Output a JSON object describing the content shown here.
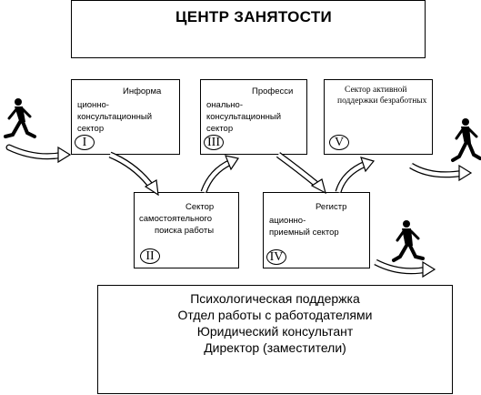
{
  "title": "ЦЕНТР  ЗАНЯТОСТИ",
  "sectors": [
    {
      "numeral": "I",
      "lines": [
        "Информа",
        "ционно-",
        "консультационный",
        "сектор"
      ]
    },
    {
      "numeral": "II",
      "lines": [
        "Сектор",
        "самостоятельного",
        "поиска работы"
      ]
    },
    {
      "numeral": "III",
      "lines": [
        "Професси",
        "онально-",
        "консультационный",
        "сектор"
      ]
    },
    {
      "numeral": "IV",
      "lines": [
        "Регистр",
        "ационно-",
        "приемный сектор"
      ]
    },
    {
      "numeral": "V",
      "lines": [
        "Сектор активной",
        "поддержки безработных"
      ]
    }
  ],
  "bottom_lines": [
    "Психологическая поддержка",
    "Отдел работы с работодателями",
    "Юридический консультант",
    "Директор (заместители)"
  ]
}
